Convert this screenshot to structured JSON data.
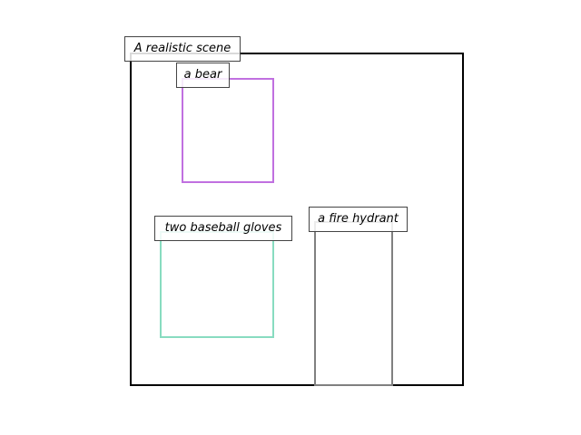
{
  "scene": {
    "label": "A realistic scene",
    "color": "#000000"
  },
  "objects": [
    {
      "label": "a bear",
      "color": "#c070e0"
    },
    {
      "label": "two baseball gloves",
      "color": "#88dcc0"
    },
    {
      "label": "a fire hydrant",
      "color": "#808080"
    }
  ]
}
